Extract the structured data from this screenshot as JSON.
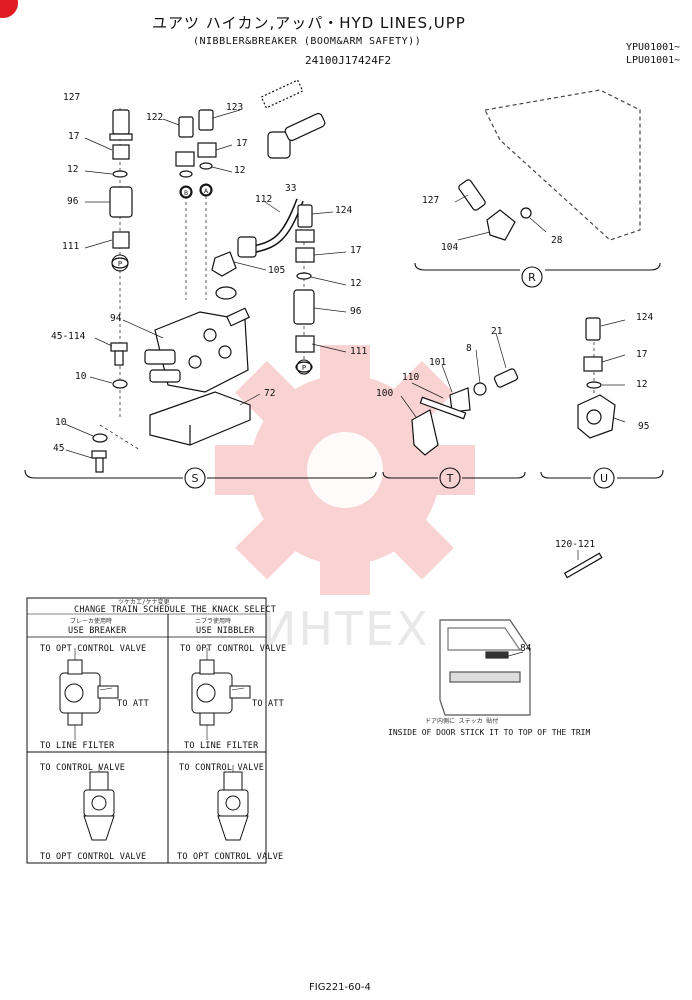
{
  "header": {
    "title": "ユアツ ハイカン,アッパ・HYD LINES,UPP",
    "subtitle": "(NIBBLER&BREAKER (BOOM&ARM SAFETY))",
    "part_number": "24100J17424F2",
    "serials": [
      "YPU01001~",
      "LPU01001~"
    ]
  },
  "callouts": {
    "c127a": "127",
    "c122": "122",
    "c123": "123",
    "c17a": "17",
    "c17b": "17",
    "c12a": "12",
    "c12b": "12",
    "c96a": "96",
    "c111a": "111",
    "c112": "112",
    "c33": "33",
    "c124a": "124",
    "c17c": "17",
    "c105": "105",
    "c12c": "12",
    "c96b": "96",
    "c111b": "111",
    "c94": "94",
    "c45_114": "45-114",
    "c10a": "10",
    "c72": "72",
    "c10b": "10",
    "c45": "45",
    "c127b": "127",
    "c104": "104",
    "c28": "28",
    "c21": "21",
    "c8": "8",
    "c101": "101",
    "c110": "110",
    "c100": "100",
    "c124b": "124",
    "c17d": "17",
    "c12d": "12",
    "c95": "95",
    "c120_121": "120-121",
    "c84": "84"
  },
  "markers": {
    "a": "A",
    "b": "B",
    "p": "P",
    "p2": "P"
  },
  "views": {
    "r": "R",
    "s": "S",
    "t": "T",
    "u": "U"
  },
  "table": {
    "header_jp": "ツケカエ/ケナ変更",
    "header_en": "CHANGE TRAIN SCHEDULE THE KNACK SELECT",
    "col_left_jp": "ブレーカ使用時",
    "col_left": "USE BREAKER",
    "col_right_jp": "ニブラ使用時",
    "col_right": "USE NIBBLER",
    "to_opt_control_valve": "TO OPT CONTROL VALVE",
    "to_att": "TO ATT",
    "to_line_filter": "TO LINE FILTER",
    "to_control_valve": "TO CONTROL VALVE"
  },
  "notes": {
    "door_note_jp": "ドア内側に ステッカ 貼付",
    "door_note": "INSIDE OF DOOR STICK IT TO TOP OF THE TRIM"
  },
  "watermark": "ИНТЕХ",
  "footer": {
    "figure": "FIG221-60-4"
  }
}
